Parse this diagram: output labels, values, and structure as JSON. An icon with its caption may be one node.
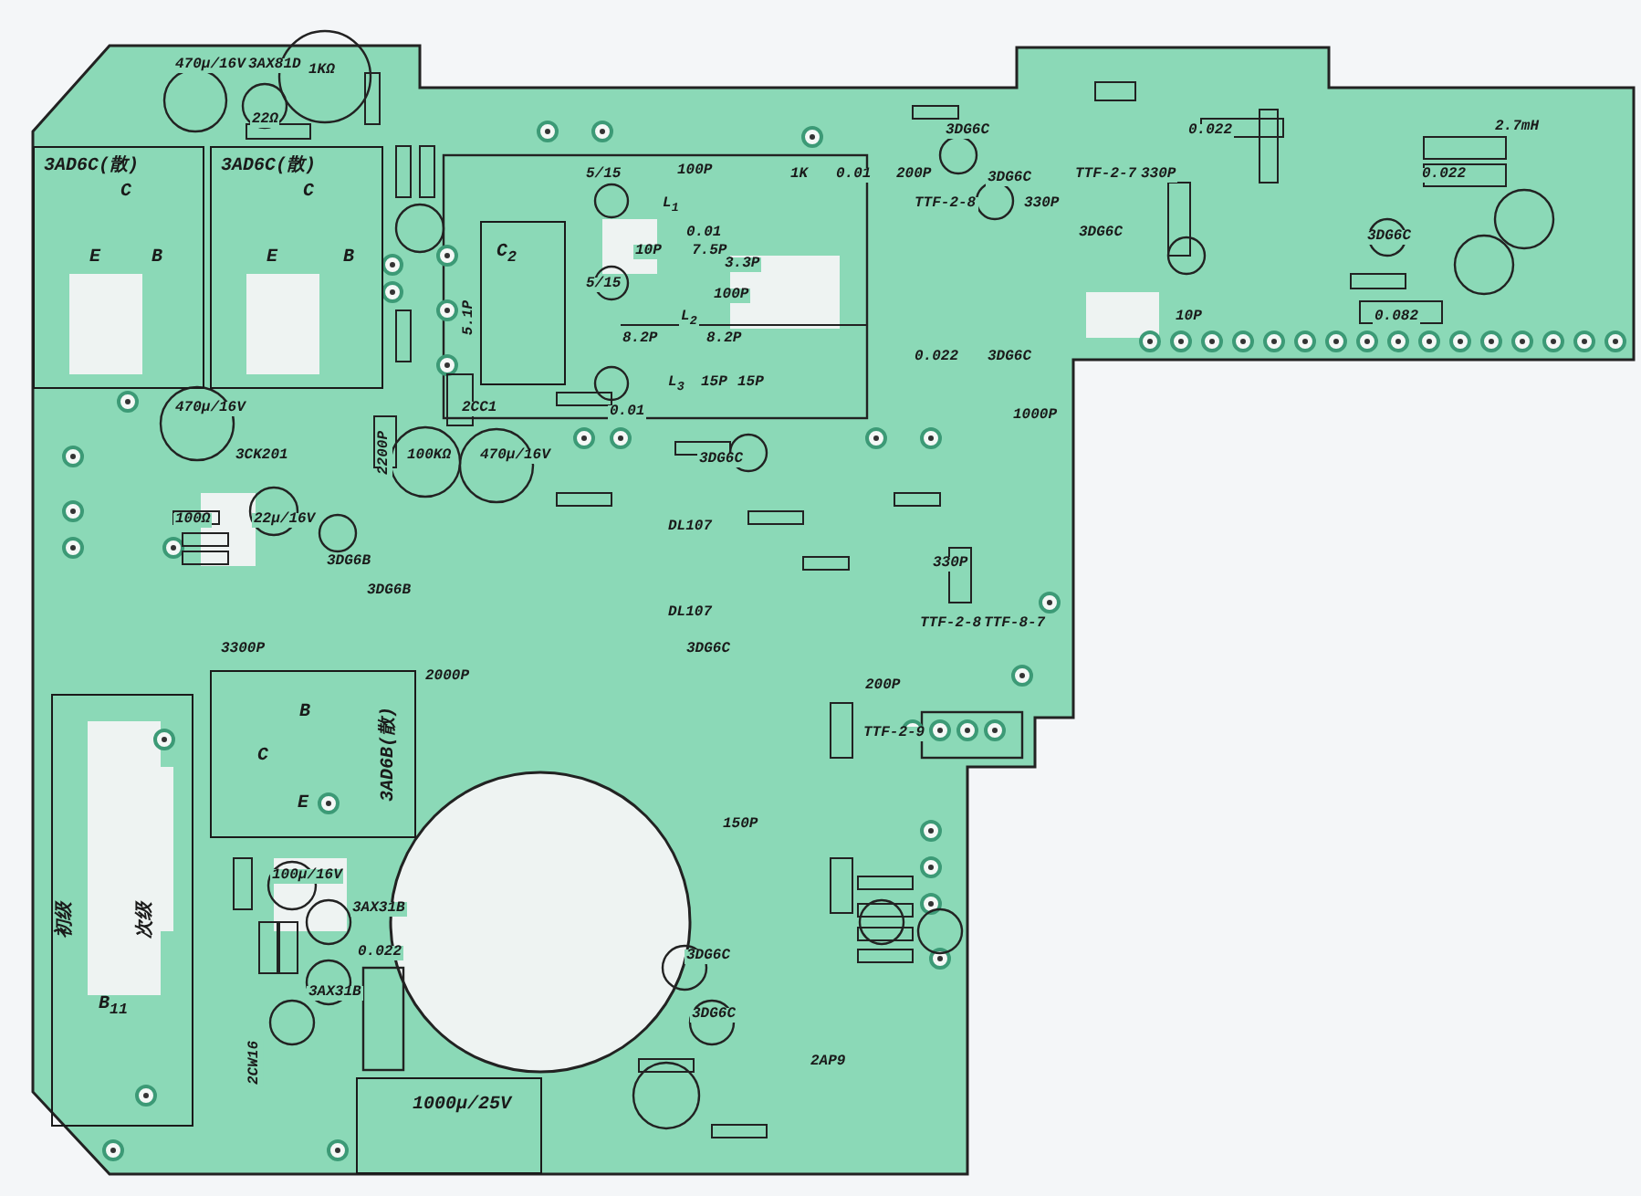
{
  "diagram": {
    "nodes": [
      {
        "text": [
          "3AD6C(散)",
          "C",
          "E",
          "B"
        ]
      },
      {
        "text": [
          "3AD6C(散)",
          "C",
          "E",
          "B"
        ]
      },
      {
        "text": [
          "C$_{2}$"
        ]
      },
      {
        "text": [
          "3AD6B(散)",
          "B",
          "C",
          "E"
        ]
      },
      {
        "text": [
          "初级",
          "次级",
          "B$_{11}$"
        ]
      },
      {
        "text": [
          "1000μ/25V"
        ]
      }
    ],
    "labels": [
      "470μ/16V",
      "3AX81D",
      "1KΩ",
      "22Ω",
      "3DG6C",
      "0.022",
      "2.7mH",
      "5/15",
      "100P",
      "1K",
      "0.01",
      "200P",
      "3DG6C",
      "TTF-2-7",
      "330P",
      "0.022",
      "L$_{1}$",
      "TTF-2-8",
      "330P",
      "0.01",
      "3DG6C",
      "3DG6C",
      "10P",
      "7.5P",
      "3.3P",
      "5/15",
      "100P",
      "5.1P",
      "L$_{2}$",
      "10P",
      "0.082",
      "8.2P",
      "8.2P",
      "0.022",
      "3DG6C",
      "L$_{3}$",
      "15P",
      "15P",
      "470μ/16V",
      "2CC1",
      "0.01",
      "1000P",
      "3CK201",
      "2200P",
      "100KΩ",
      "470μ/16V",
      "3DG6C",
      "100Ω",
      "22μ/16V",
      "DL107",
      "3DG6B",
      "330P",
      "3DG6B",
      "DL107",
      "TTF-2-8",
      "TTF-8-7",
      "3300P",
      "3DG6C",
      "2000P",
      "200P",
      "TTF-2-9",
      "150P",
      "100μ/16V",
      "3AX31B",
      "0.022",
      "3DG6C",
      "3AX31B",
      "3DG6C",
      "2CW16",
      "2AP9"
    ]
  }
}
